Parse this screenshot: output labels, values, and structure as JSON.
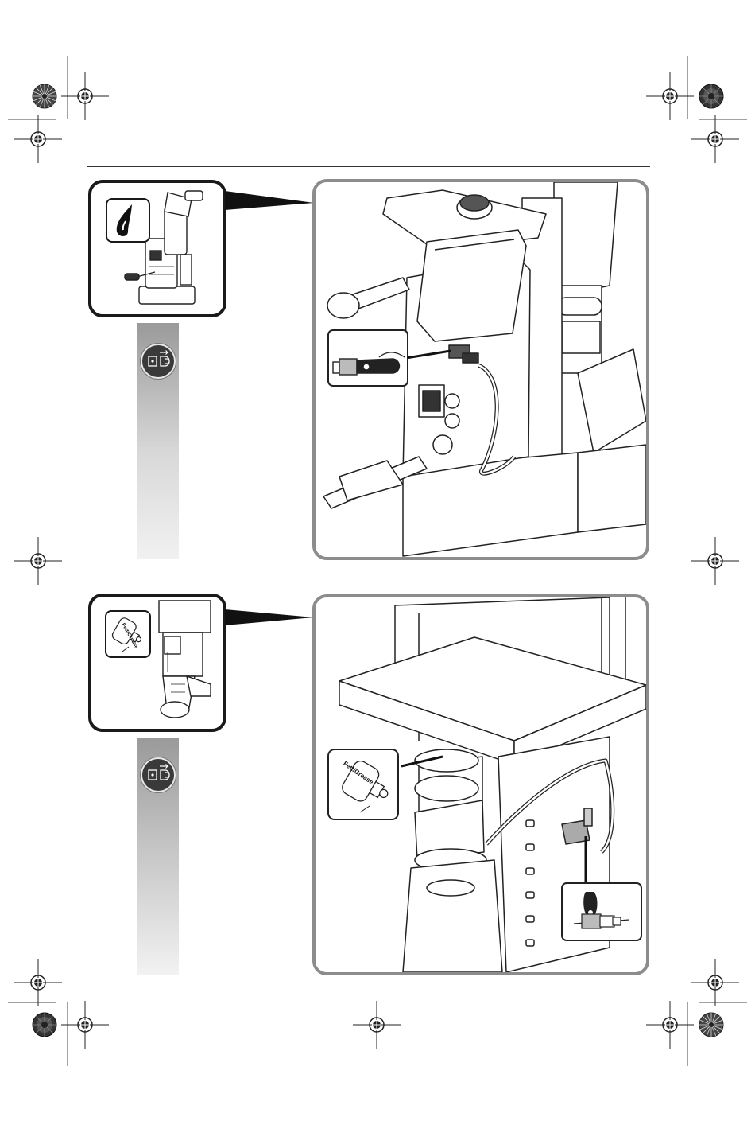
{
  "step_1": {
    "thumbnail": {
      "oil_icon": "oil-drop-icon"
    },
    "sidebar": {
      "icon": "unplug-icon"
    },
    "illustration": {
      "subject": "drill-coolant-tank"
    }
  },
  "step_2": {
    "thumbnail": {
      "grease_label": "Fett/Grease",
      "icon": "grease-tube-icon"
    },
    "sidebar": {
      "icon": "unplug-icon"
    },
    "illustration": {
      "grease_label": "Fett/Grease"
    }
  }
}
